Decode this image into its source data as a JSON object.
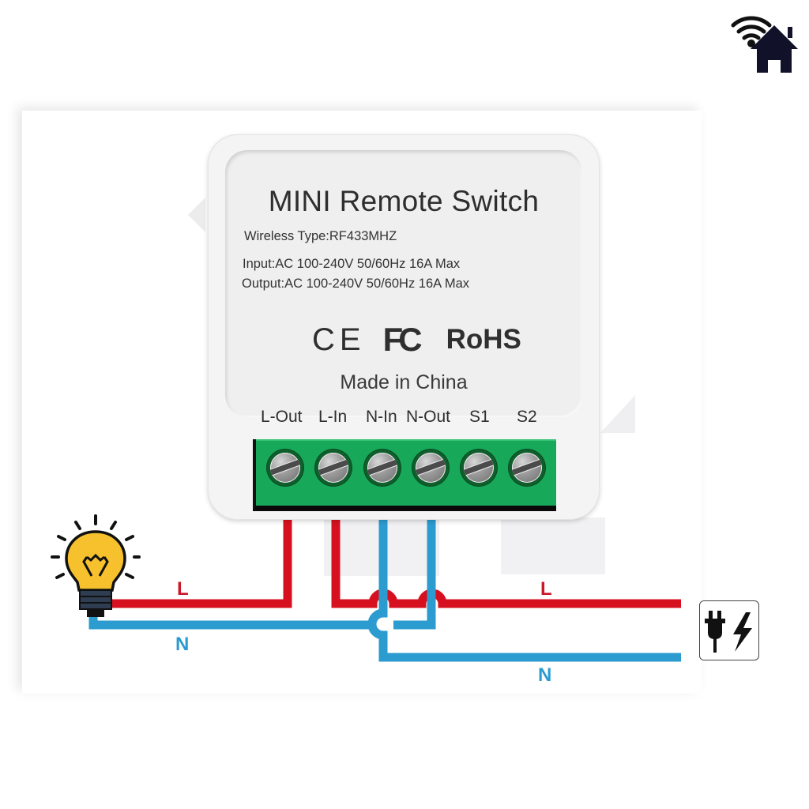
{
  "device": {
    "title": "MINI Remote Switch",
    "wireless_type": "Wireless Type:RF433MHZ",
    "input": "Input:AC 100-240V 50/60Hz 16A Max",
    "output": "Output:AC 100-240V 50/60Hz 16A Max",
    "certifications": {
      "ce": "CE",
      "fcc": "FC",
      "rohs": "RoHS"
    },
    "origin": "Made in China",
    "terminals": [
      "L-Out",
      "L-In",
      "N-In",
      "N-Out",
      "S1",
      "S2"
    ]
  },
  "wiring": {
    "live_label": "L",
    "neutral_label": "N",
    "colors": {
      "live": "#d7101f",
      "neutral": "#2b9bd0",
      "terminal_block": "#18a85a",
      "bulb": "#f6c12c"
    }
  },
  "icons": {
    "top_right": "smart-home-wifi-icon",
    "load": "light-bulb-icon",
    "source": "power-plug-icon"
  }
}
